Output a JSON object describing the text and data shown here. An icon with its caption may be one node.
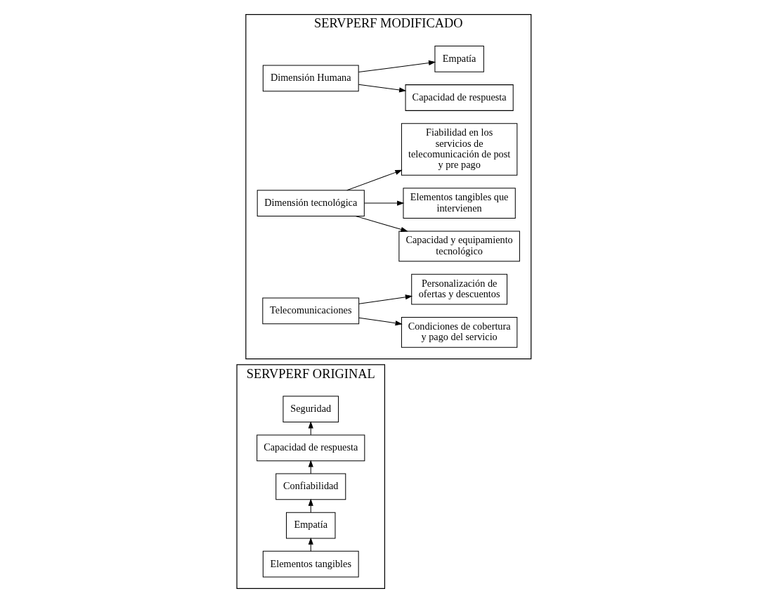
{
  "diagram": {
    "nodes": [
      {
        "text": [
          "SERVPERF ORIGINAL"
        ]
      },
      {
        "text": [
          "Elementos tangibles"
        ],
        "in": 0
      },
      {
        "text": [
          "Empatía"
        ],
        "in": 0
      },
      {
        "text": [
          "Confiabilidad"
        ],
        "in": 0
      },
      {
        "text": [
          "Capacidad de respuesta"
        ],
        "in": 0
      },
      {
        "text": [
          "Seguridad"
        ],
        "in": 0
      },
      {
        "text": [
          "SERVPERF MODIFICADO"
        ]
      },
      {
        "text": [
          "Dimensión Humana"
        ],
        "in": 6
      },
      {
        "text": [
          "Capacidad de respuesta"
        ],
        "in": 6
      },
      {
        "text": [
          "Empatía"
        ],
        "in": 6
      },
      {
        "text": [
          "Dimensión tecnológica"
        ],
        "in": 6
      },
      {
        "text": [
          "Capacidad y equipamiento tecnológico"
        ],
        "in": 6
      },
      {
        "text": [
          "Elementos tangibles que intervienen"
        ],
        "in": 6
      },
      {
        "text": [
          "Fiabilidad en los servicios de telecomunicación de post y pre pago"
        ],
        "in": 6
      },
      {
        "text": [
          "Telecomunicaciones"
        ],
        "in": 6
      },
      {
        "text": [
          "Condiciones de cobertura y pago del servicio"
        ],
        "in": 6
      },
      {
        "text": [
          "Personalización de ofertas y descuentos"
        ],
        "in": 6
      }
    ],
    "edges": [
      {
        "from": 1,
        "to": 2,
        "arrow": "to"
      },
      {
        "from": 2,
        "to": 3,
        "arrow": "to"
      },
      {
        "from": 3,
        "to": 4,
        "arrow": "to"
      },
      {
        "from": 4,
        "to": 5,
        "arrow": "to"
      },
      {
        "from": 7,
        "to": 8,
        "arrow": "to"
      },
      {
        "from": 7,
        "to": 9,
        "arrow": "to"
      },
      {
        "from": 10,
        "to": 11,
        "arrow": "to"
      },
      {
        "from": 10,
        "to": 12,
        "arrow": "to"
      },
      {
        "from": 10,
        "to": 13,
        "arrow": "to"
      },
      {
        "from": 14,
        "to": 15,
        "arrow": "to"
      },
      {
        "from": 14,
        "to": 16,
        "arrow": "to"
      }
    ]
  }
}
